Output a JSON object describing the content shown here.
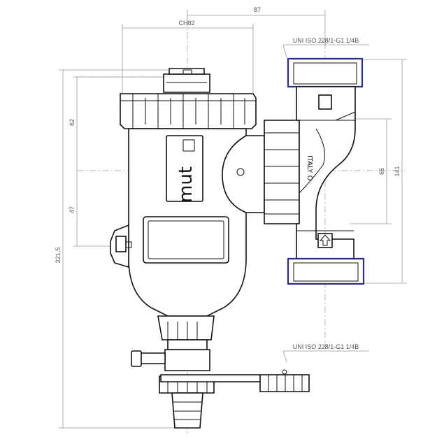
{
  "drawing": {
    "type": "technical-drawing",
    "subject": "dirt separator with lateral union connections"
  },
  "dimensions": {
    "top_width": "87",
    "key_size": "CH82",
    "upper_height": "62",
    "lower_height": "47",
    "center_distance": "65",
    "port_distance": "141",
    "total_height": "221,5"
  },
  "thread_spec": {
    "top": "UNI ISO 228/1-G1 1/4B",
    "bottom": "UNI ISO 228/1-G1 1/4B"
  },
  "markings": {
    "logo": "mut",
    "body_text": "ITALY O"
  },
  "icons": [
    "arrow-up-icon",
    "square-port-icon",
    "drain-valve-icon",
    "magnet-holder-icon"
  ]
}
